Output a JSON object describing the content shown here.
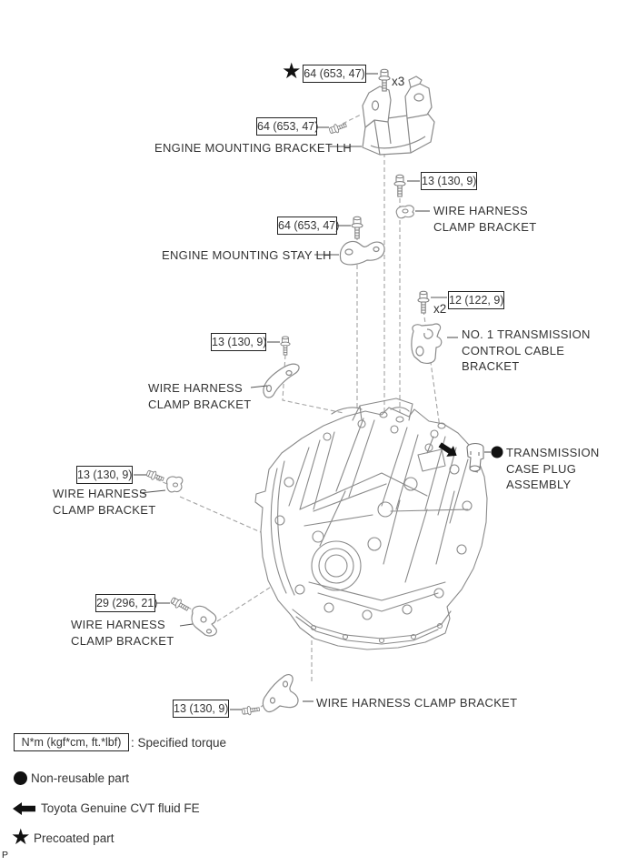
{
  "colors": {
    "line_gray": "#8a8a8a",
    "leader": "#666666",
    "text": "#333333",
    "black": "#111111"
  },
  "callouts": {
    "top_bolt": {
      "torque": "64 (653, 47)",
      "qty": "x3"
    },
    "bracket_lh": {
      "torque": "64 (653, 47)",
      "label": "ENGINE MOUNTING BRACKET LH"
    },
    "clamp_right": {
      "torque": "13 (130, 9)",
      "line1": "WIRE HARNESS",
      "line2": "CLAMP BRACKET"
    },
    "stay_lh": {
      "torque": "64 (653, 47)",
      "label": "ENGINE MOUNTING STAY LH"
    },
    "cable_bracket": {
      "torque": "12 (122, 9)",
      "qty": "x2",
      "line1": "NO. 1 TRANSMISSION",
      "line2": "CONTROL CABLE",
      "line3": "BRACKET"
    },
    "clamp_mid": {
      "torque": "13 (130, 9)",
      "line1": "WIRE HARNESS",
      "line2": "CLAMP BRACKET"
    },
    "clamp_left": {
      "torque": "13 (130, 9)",
      "line1": "WIRE HARNESS",
      "line2": "CLAMP BRACKET"
    },
    "clamp_lower": {
      "torque": "29 (296, 21)",
      "line1": "WIRE HARNESS",
      "line2": "CLAMP BRACKET"
    },
    "clamp_bottom": {
      "torque": "13 (130, 9)",
      "label": "WIRE HARNESS CLAMP BRACKET"
    },
    "case_plug": {
      "line1": "TRANSMISSION",
      "line2": "CASE PLUG",
      "line3": "ASSEMBLY"
    }
  },
  "legend": {
    "torque_box": "N*m (kgf*cm, ft.*lbf)",
    "torque_desc": ": Specified torque",
    "non_reusable": "Non-reusable part",
    "cvt_fluid": "Toyota Genuine CVT fluid FE",
    "precoated": "Precoated part"
  },
  "page_marker": "P"
}
